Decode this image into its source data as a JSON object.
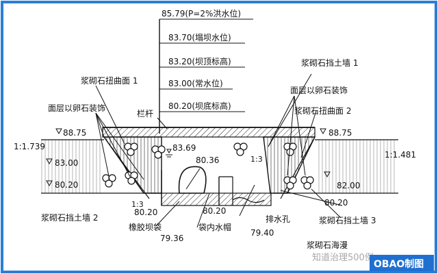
{
  "elevations_stack": [
    "85.79(P=2%洪水位)",
    "83.70(塌坝水位)",
    "83.20(坝顶标高)",
    "83.00(常水位)",
    "80.20(坝底标高)"
  ],
  "labels": {
    "left_torsion_face": "浆砌石扭曲面 1",
    "left_cobble_facing": "面层以卵石装饰",
    "railing": "栏杆",
    "left_top_elev": "88.75",
    "left_slope": "1:1.739",
    "left_mid_elev": "83.00",
    "left_bottom_elev": "80.20",
    "left_wall_ratio": "1:3",
    "left_wall_bottom_elev": "80.20",
    "left_retaining_wall": "浆砌石挡土墙 2",
    "rubber_dam_bag": "橡胶坝袋",
    "dam_bottom_79": "79.36",
    "water_level_inner": "83.69",
    "bag_top": "80.36",
    "bag_base_elev": "80.20",
    "water_cap": "袋内水帽",
    "drain_elev": "79.40",
    "right_ratio": "1:3",
    "right_retaining_wall1": "浆砌石挡土墙 1",
    "right_cobble_facing": "面层以卵石装饰",
    "right_torsion_face": "浆砌石扭曲面 2",
    "right_top_elev": "88.75",
    "right_slope": "1:1.481",
    "right_mid_elev": "82.00",
    "right_bottom_elev": "80.20",
    "drain_hole": "排水孔",
    "right_retaining_wall3": "浆砌石挡土墙 3",
    "apron": "浆砌石海漫"
  },
  "watermark": "知道治理500例",
  "brand": "OBAO制图"
}
